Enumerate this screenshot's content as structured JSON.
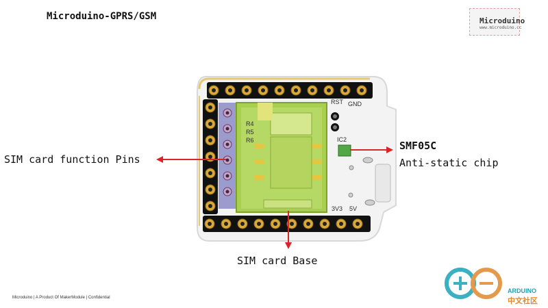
{
  "title": "Microduino-GPRS/GSM",
  "logo": {
    "text": "Microduino",
    "subtext": "www.microduino.cc"
  },
  "callouts": {
    "pins": "SIM card function Pins",
    "chip_name": "SMF05C",
    "chip_desc": "Anti-static chip",
    "base": "SIM card Base"
  },
  "silkscreen": {
    "rst": "RST",
    "gnd": "GND",
    "r4": "R4",
    "r5": "R5",
    "r6": "R6",
    "ic2": "IC2",
    "v33": "3V3",
    "v5": "5V"
  },
  "footer": "Microduino | A Product Of MakerModule | Confidential",
  "watermark": {
    "en": "ARDUINO",
    "cn": "中文社区"
  },
  "colors": {
    "arrow": "#d9252a",
    "pcb": "#f2f2f2",
    "gold": "#d9a93a",
    "sim": "#a9cf4f"
  }
}
